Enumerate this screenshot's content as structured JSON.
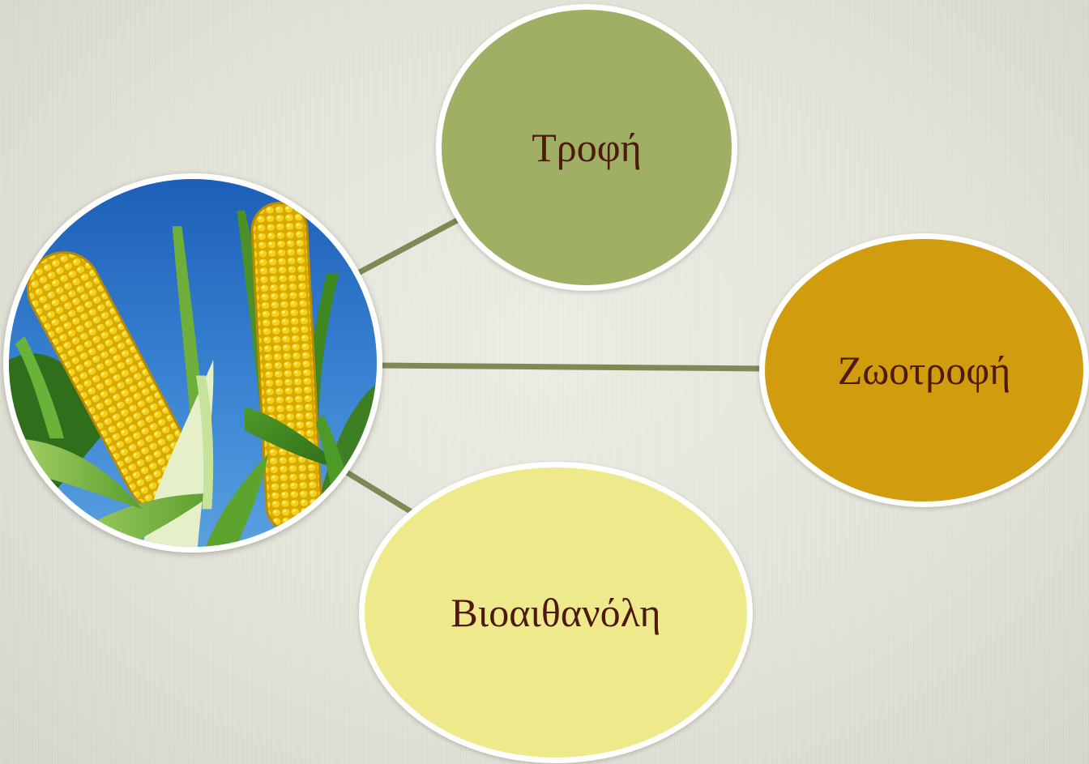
{
  "diagram": {
    "center": {
      "image": "corn-cobs-photo"
    },
    "nodes": [
      {
        "id": "food",
        "label": "Τροφή",
        "color": "#9faf63"
      },
      {
        "id": "feed",
        "label": "Ζωοτροφή",
        "color": "#d19c0d"
      },
      {
        "id": "bioethanol",
        "label": "Βιοαιθανόλη",
        "color": "#eeea8c"
      }
    ],
    "connector_color": "#7d8a55",
    "border_color": "#ffffff",
    "label_color": "#4e1a0c",
    "background_color": "#e6e6dd"
  }
}
